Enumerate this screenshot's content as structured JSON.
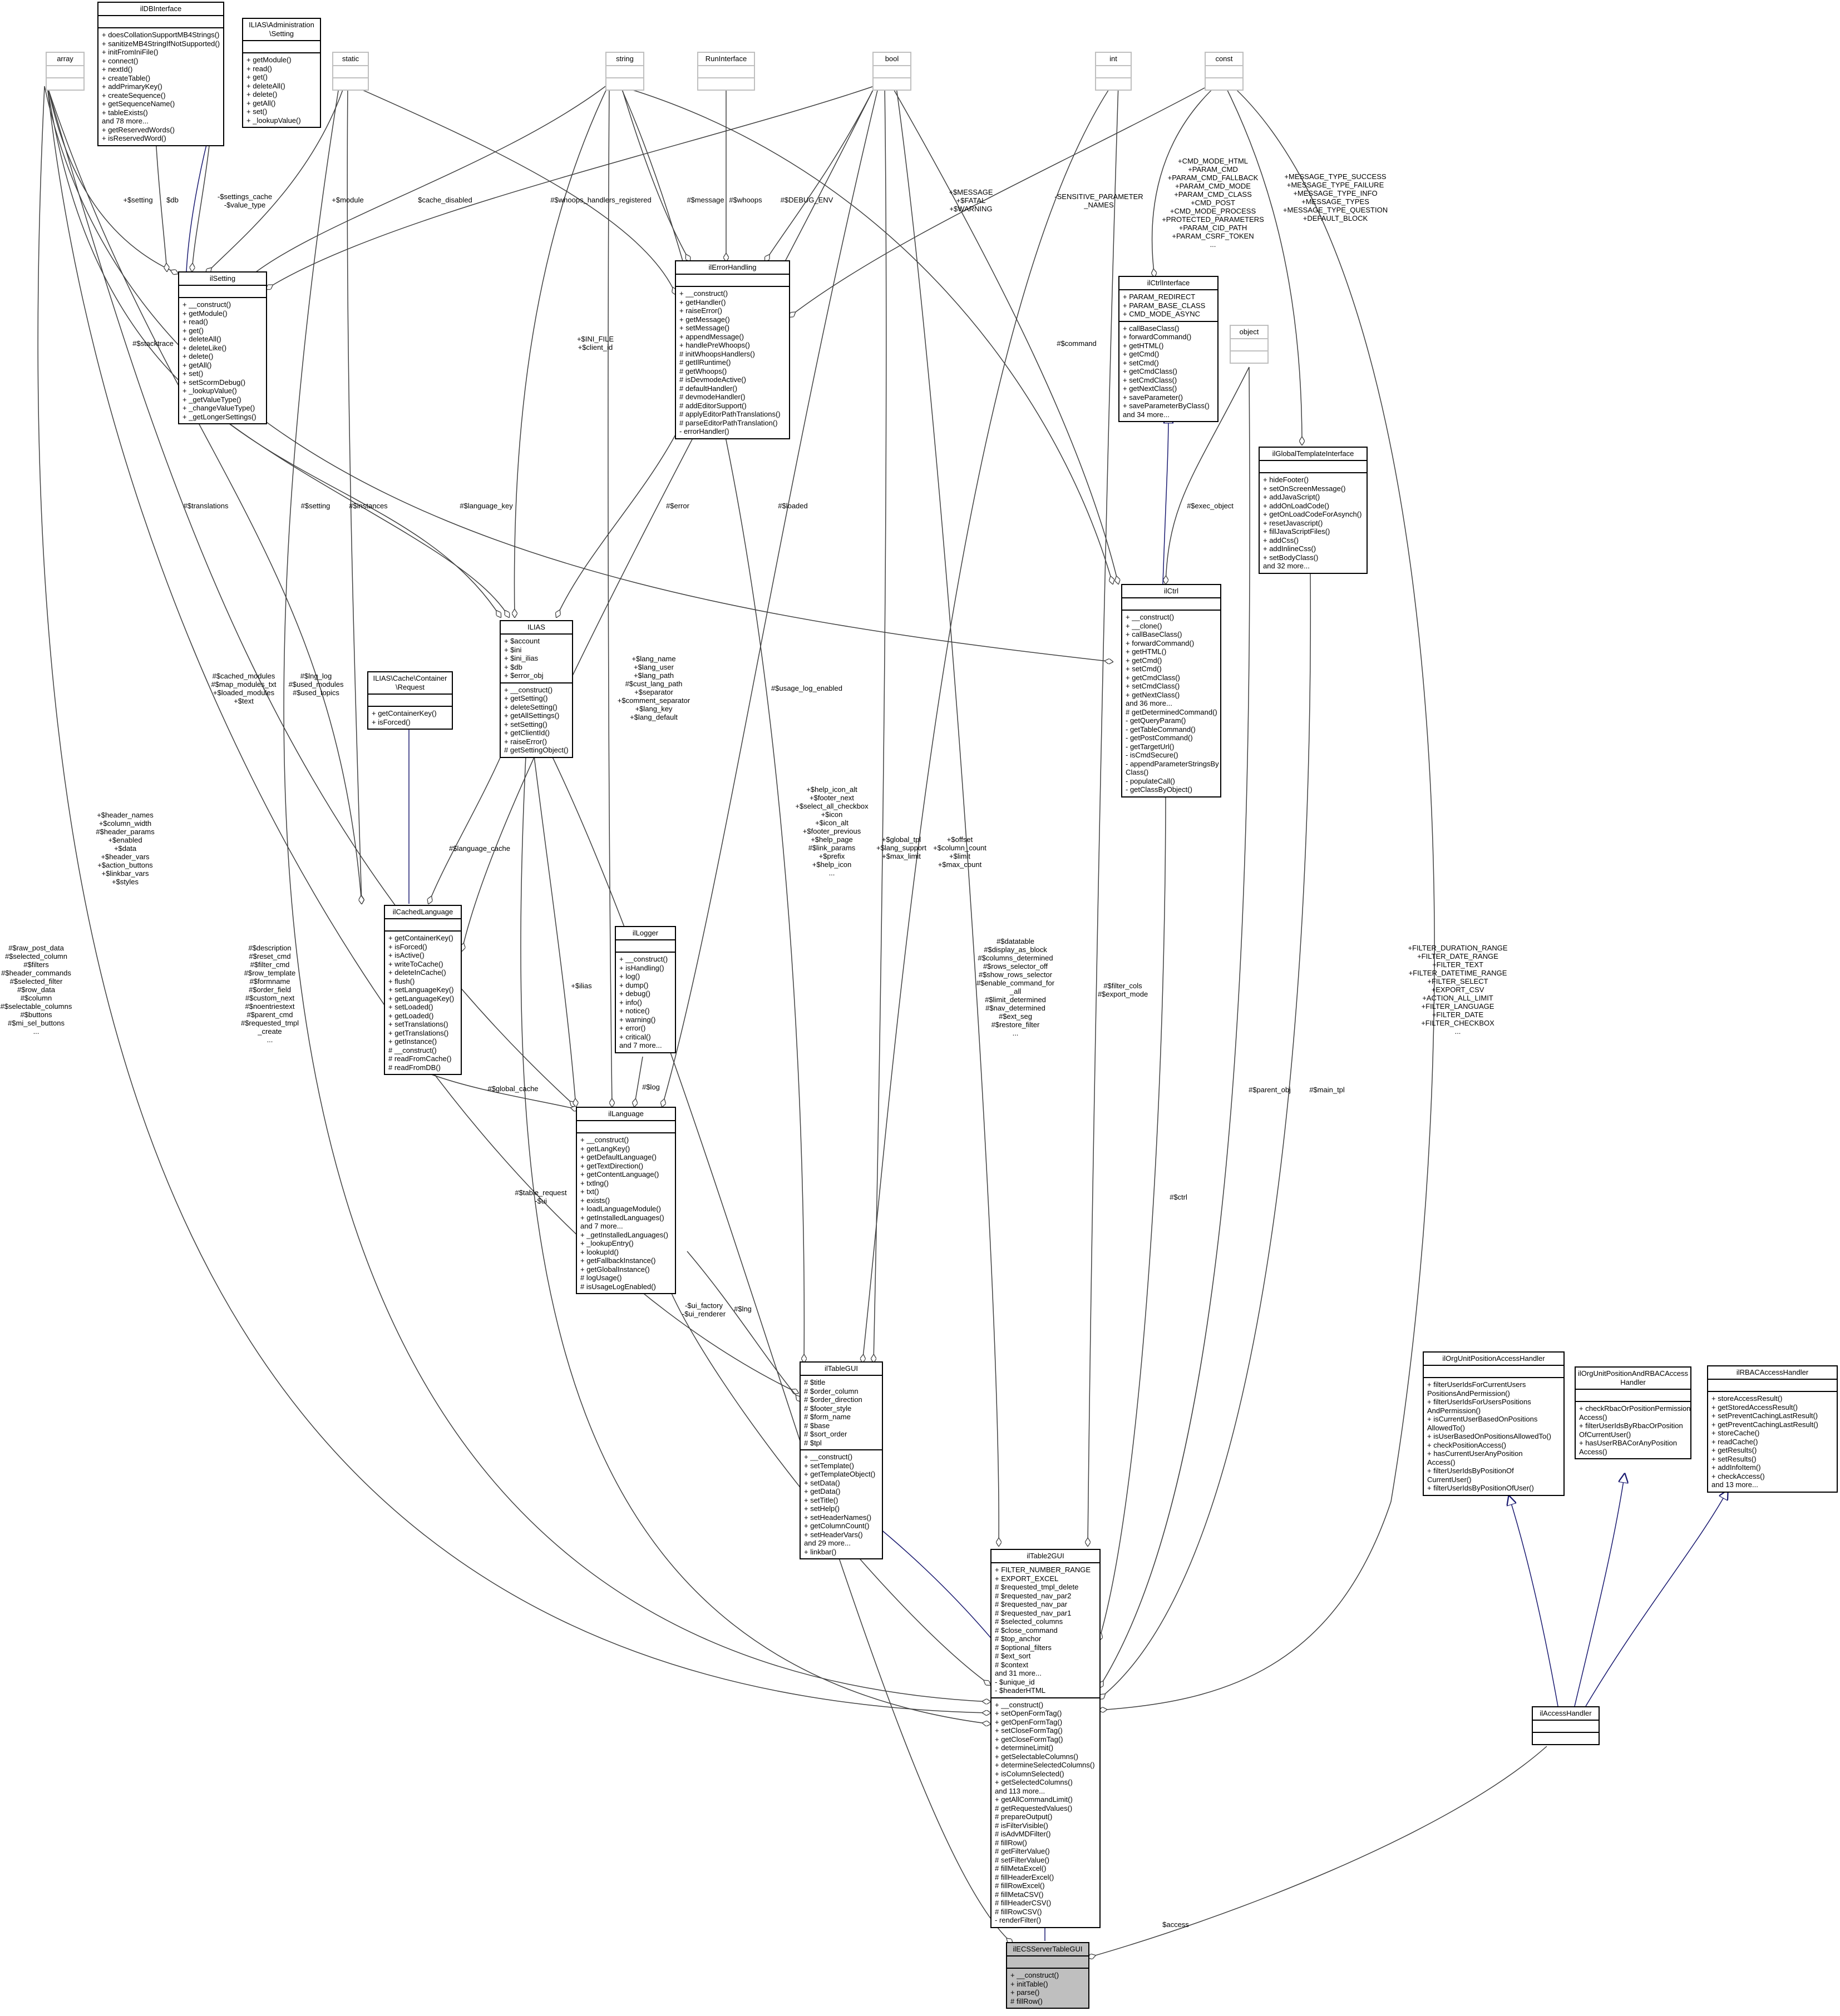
{
  "diagram": {
    "classes": {
      "array": {
        "title": "array",
        "attributes": [],
        "methods": []
      },
      "ildbinterface": {
        "title": "ilDBInterface",
        "attributes": [],
        "methods": [
          "+ doesCollationSupportMB4Strings()",
          "+ sanitizeMB4StringIfNotSupported()",
          "+ initFromIniFile()",
          "+ connect()",
          "+ nextId()",
          "+ createTable()",
          "+ addPrimaryKey()",
          "+ createSequence()",
          "+ getSequenceName()",
          "+ tableExists()",
          "and 78 more...",
          "+ getReservedWords()",
          "+ isReservedWord()"
        ]
      },
      "ilias_admin_setting": {
        "title": "ILIAS\\Administration\n\\Setting",
        "attributes": [],
        "methods": [
          "+ getModule()",
          "+ read()",
          "+ get()",
          "+ deleteAll()",
          "+ delete()",
          "+ getAll()",
          "+ set()",
          "+ _lookupValue()"
        ]
      },
      "static": {
        "title": "static",
        "attributes": [],
        "methods": []
      },
      "string": {
        "title": "string",
        "attributes": [],
        "methods": []
      },
      "runinterface": {
        "title": "RunInterface",
        "attributes": [],
        "methods": []
      },
      "bool": {
        "title": "bool",
        "attributes": [],
        "methods": []
      },
      "int": {
        "title": "int",
        "attributes": [],
        "methods": []
      },
      "const": {
        "title": "const",
        "attributes": [],
        "methods": []
      },
      "object": {
        "title": "object",
        "attributes": [],
        "methods": []
      },
      "ilsetting": {
        "title": "ilSetting",
        "attributes": [],
        "methods": [
          "+ __construct()",
          "+ getModule()",
          "+ read()",
          "+ get()",
          "+ deleteAll()",
          "+ deleteLike()",
          "+ delete()",
          "+ getAll()",
          "+ set()",
          "+ setScormDebug()",
          "+ _lookupValue()",
          "+ _getValueType()",
          "+ _changeValueType()",
          "+ _getLongerSettings()"
        ]
      },
      "ilerrorhandling": {
        "title": "ilErrorHandling",
        "attributes": [],
        "methods": [
          "+ __construct()",
          "+ getHandler()",
          "+ raiseError()",
          "+ getMessage()",
          "+ setMessage()",
          "+ appendMessage()",
          "+ handlePreWhoops()",
          "# initWhoopsHandlers()",
          "# getIlRuntime()",
          "# getWhoops()",
          "# isDevmodeActive()",
          "# defaultHandler()",
          "# devmodeHandler()",
          "# addEditorSupport()",
          "# applyEditorPathTranslations()",
          "# parseEditorPathTranslation()",
          "- errorHandler()"
        ]
      },
      "ilctrlinterface": {
        "title": "ilCtrlInterface",
        "attributes": [
          "+ PARAM_REDIRECT",
          "+ PARAM_BASE_CLASS",
          "+ CMD_MODE_ASYNC"
        ],
        "methods": [
          "+ callBaseClass()",
          "+ forwardCommand()",
          "+ getHTML()",
          "+ getCmd()",
          "+ setCmd()",
          "+ getCmdClass()",
          "+ setCmdClass()",
          "+ getNextClass()",
          "+ saveParameter()",
          "+ saveParameterByClass()",
          "and 34 more..."
        ]
      },
      "ilglobaltemplateinterface": {
        "title": "ilGlobalTemplateInterface",
        "attributes": [],
        "methods": [
          "+ hideFooter()",
          "+ setOnScreenMessage()",
          "+ addJavaScript()",
          "+ addOnLoadCode()",
          "+ getOnLoadCodeForAsynch()",
          "+ resetJavascript()",
          "+ fillJavaScriptFiles()",
          "+ addCss()",
          "+ addInlineCss()",
          "+ setBodyClass()",
          "and 32 more..."
        ]
      },
      "ilias": {
        "title": "ILIAS",
        "attributes": [
          "+ $account",
          "+ $ini",
          "+ $ini_ilias",
          "+ $db",
          "+ $error_obj"
        ],
        "methods": [
          "+ __construct()",
          "+ getSetting()",
          "+ deleteSetting()",
          "+ getAllSettings()",
          "+ setSetting()",
          "+ getClientId()",
          "+ raiseError()",
          "# getSettingObject()"
        ]
      },
      "ilias_cache_request": {
        "title": "ILIAS\\Cache\\Container\n\\Request",
        "attributes": [],
        "methods": [
          "+ getContainerKey()",
          "+ isForced()"
        ]
      },
      "ilctrl": {
        "title": "ilCtrl",
        "attributes": [],
        "methods": [
          "+ __construct()",
          "+ __clone()",
          "+ callBaseClass()",
          "+ forwardCommand()",
          "+ getHTML()",
          "+ getCmd()",
          "+ setCmd()",
          "+ getCmdClass()",
          "+ setCmdClass()",
          "+ getNextClass()",
          "and 36 more...",
          "# getDeterminedCommand()",
          "- getQueryParam()",
          "- getTableCommand()",
          "- getPostCommand()",
          "- getTargetUrl()",
          "- isCmdSecure()",
          "- appendParameterStringsBy",
          "Class()",
          "- populateCall()",
          "- getClassByObject()"
        ]
      },
      "ilcachedlanguage": {
        "title": "ilCachedLanguage",
        "attributes": [],
        "methods": [
          "+ getContainerKey()",
          "+ isForced()",
          "+ isActive()",
          "+ writeToCache()",
          "+ deleteInCache()",
          "+ flush()",
          "+ setLanguageKey()",
          "+ getLanguageKey()",
          "+ setLoaded()",
          "+ getLoaded()",
          "+ setTranslations()",
          "+ getTranslations()",
          "+ getInstance()",
          "# __construct()",
          "# readFromCache()",
          "# readFromDB()"
        ]
      },
      "illogger": {
        "title": "ilLogger",
        "attributes": [],
        "methods": [
          "+ __construct()",
          "+ isHandling()",
          "+ log()",
          "+ dump()",
          "+ debug()",
          "+ info()",
          "+ notice()",
          "+ warning()",
          "+ error()",
          "+ critical()",
          "and 7 more..."
        ]
      },
      "illanguage": {
        "title": "ilLanguage",
        "attributes": [],
        "methods": [
          "+ __construct()",
          "+ getLangKey()",
          "+ getDefaultLanguage()",
          "+ getTextDirection()",
          "+ getContentLanguage()",
          "+ txtlng()",
          "+ txt()",
          "+ exists()",
          "+ loadLanguageModule()",
          "+ getInstalledLanguages()",
          "and 7 more...",
          "+ _getInstalledLanguages()",
          "+ _lookupEntry()",
          "+ lookupId()",
          "+ getFallbackInstance()",
          "+ getGlobalInstance()",
          "# logUsage()",
          "# isUsageLogEnabled()"
        ]
      },
      "iltablegui": {
        "title": "ilTableGUI",
        "attributes": [
          "# $title",
          "# $order_column",
          "# $order_direction",
          "# $footer_style",
          "# $form_name",
          "# $base",
          "# $sort_order",
          "# $tpl"
        ],
        "methods": [
          "+ __construct()",
          "+ setTemplate()",
          "+ getTemplateObject()",
          "+ setData()",
          "+ getData()",
          "+ setTitle()",
          "+ setHelp()",
          "+ setHeaderNames()",
          "+ getColumnCount()",
          "+ setHeaderVars()",
          "and 29 more...",
          "+ linkbar()"
        ]
      },
      "ilorgunitpositionaccesshandler": {
        "title": "ilOrgUnitPositionAccessHandler",
        "attributes": [],
        "methods": [
          "+ filterUserIdsForCurrentUsers",
          "PositionsAndPermission()",
          "+ filterUserIdsForUsersPositions",
          "AndPermission()",
          "+ isCurrentUserBasedOnPositions",
          "AllowedTo()",
          "+ isUserBasedOnPositionsAllowedTo()",
          "+ checkPositionAccess()",
          "+ hasCurrentUserAnyPosition",
          "Access()",
          "+ filterUserIdsByPositionOf",
          "CurrentUser()",
          "+ filterUserIdsByPositionOfUser()"
        ]
      },
      "ilorgunitpositionandrbacaccesshandler": {
        "title": "ilOrgUnitPositionAndRBACAccess\nHandler",
        "attributes": [],
        "methods": [
          "+ checkRbacOrPositionPermission",
          "Access()",
          "+ filterUserIdsByRbacOrPosition",
          "OfCurrentUser()",
          "+ hasUserRBACorAnyPosition",
          "Access()"
        ]
      },
      "ilrbacaccesshandler": {
        "title": "ilRBACAccessHandler",
        "attributes": [],
        "methods": [
          "+ storeAccessResult()",
          "+ getStoredAccessResult()",
          "+ setPreventCachingLastResult()",
          "+ getPreventCachingLastResult()",
          "+ storeCache()",
          "+ readCache()",
          "+ getResults()",
          "+ setResults()",
          "+ addInfoItem()",
          "+ checkAccess()",
          "and 13 more..."
        ]
      },
      "iltable2gui": {
        "title": "ilTable2GUI",
        "attributes": [
          "+ FILTER_NUMBER_RANGE",
          "+ EXPORT_EXCEL",
          "# $requested_tmpl_delete",
          "# $requested_nav_par2",
          "# $requested_nav_par",
          "# $requested_nav_par1",
          "# $selected_columns",
          "# $close_command",
          "# $top_anchor",
          "# $optional_filters",
          "# $ext_sort",
          "# $context",
          "and 31 more...",
          "- $unique_id",
          "- $headerHTML"
        ],
        "methods": [
          "+ __construct()",
          "+ setOpenFormTag()",
          "+ getOpenFormTag()",
          "+ setCloseFormTag()",
          "+ getCloseFormTag()",
          "+ determineLimit()",
          "+ getSelectableColumns()",
          "+ determineSelectedColumns()",
          "+ isColumnSelected()",
          "+ getSelectedColumns()",
          "and 113 more...",
          "+ getAllCommandLimit()",
          "# getRequestedValues()",
          "# prepareOutput()",
          "# isFilterVisible()",
          "# isAdvMDFilter()",
          "# fillRow()",
          "# getFilterValue()",
          "# setFilterValue()",
          "# fillMetaExcel()",
          "# fillHeaderExcel()",
          "# fillRowExcel()",
          "# fillMetaCSV()",
          "# fillHeaderCSV()",
          "# fillRowCSV()",
          "- renderFilter()"
        ]
      },
      "ilaccesshandler": {
        "title": "ilAccessHandler",
        "attributes": [],
        "methods": []
      },
      "ilecsservertablegui": {
        "title": "ilECSServerTableGUI",
        "attributes": [],
        "methods": [
          "+ __construct()",
          "+ initTable()",
          "+ parse()",
          "# fillRow()"
        ]
      }
    },
    "edge_labels": {
      "l1": "+$setting",
      "l2": "$db",
      "l3": "-$settings_cache\n-$value_type",
      "l4": "+$module",
      "l5": "$cache_disabled",
      "l6": "#$whoops_handlers_registered",
      "l7": "#$message",
      "l8": "#$whoops",
      "l9": "#$DEBUG_ENV",
      "l10": "+$MESSAGE\n+$FATAL\n+$WARNING",
      "l11": "-SENSITIVE_PARAMETER\n_NAMES",
      "l12": "+CMD_MODE_HTML\n+PARAM_CMD\n+PARAM_CMD_FALLBACK\n+PARAM_CMD_MODE\n+PARAM_CMD_CLASS\n+CMD_POST\n+CMD_MODE_PROCESS\n+PROTECTED_PARAMETERS\n+PARAM_CID_PATH\n+PARAM_CSRF_TOKEN\n...",
      "l13": "+MESSAGE_TYPE_SUCCESS\n+MESSAGE_TYPE_FAILURE\n+MESSAGE_TYPE_INFO\n+MESSAGE_TYPES\n+MESSAGE_TYPE_QUESTION\n+DEFAULT_BLOCK",
      "l14": "#$stacktrace",
      "l15": "+$INI_FILE\n+$client_id",
      "l16": "#$command",
      "l17": "#$translations",
      "l18": "#$setting",
      "l19": "#$instances",
      "l20": "#$language_key",
      "l21": "#$error",
      "l22": "#$loaded",
      "l23": "#$exec_object",
      "l24": "+$lang_name\n+$lang_user\n+$lang_path\n#$cust_lang_path\n+$separator\n+$comment_separator\n+$lang_key\n+$lang_default",
      "l25": "#$cached_modules\n#$map_modules_txt\n+$loaded_modules\n+$text",
      "l26": "#$lng_log\n#$used_modules\n#$used_topics",
      "l27": "#$usage_log_enabled",
      "l28": "#$language_cache",
      "l29": "+$header_names\n+$column_width\n#$header_params\n+$enabled\n+$data\n+$header_vars\n+$action_buttons\n+$linkbar_vars\n+$styles",
      "l30": "+$help_icon_alt\n+$footer_next\n+$select_all_checkbox\n+$icon\n+$icon_alt\n+$footer_previous\n+$help_page\n#$link_params\n+$prefix\n+$help_icon\n...",
      "l31": "+$global_tpl\n+$lang_support\n+$max_limit",
      "l32": "+$offset\n+$column_count\n+$limit\n+$max_count",
      "l33": "#$raw_post_data\n#$selected_column\n#$filters\n#$header_commands\n#$selected_filter\n#$row_data\n#$column\n#$selectable_columns\n#$buttons\n#$mi_sel_buttons\n...",
      "l34": "#$description\n#$reset_cmd\n#$filter_cmd\n#$row_template\n#$formname\n#$order_field\n#$custom_next\n#$noentriestext\n#$parent_cmd\n#$requested_tmpl\n_create\n...",
      "l35": "+$ilias",
      "l36": "#$log",
      "l37": "#$datatable\n#$display_as_block\n#$columns_determined\n#$rows_selector_off\n#$show_rows_selector\n#$enable_command_for\n_all\n#$limit_determined\n#$nav_determined\n#$ext_seg\n#$restore_filter\n...",
      "l38": "#$filter_cols\n#$export_mode",
      "l39": "+FILTER_DURATION_RANGE\n+FILTER_DATE_RANGE\n+FILTER_TEXT\n+FILTER_DATETIME_RANGE\n+FILTER_SELECT\n+EXPORT_CSV\n+ACTION_ALL_LIMIT\n+FILTER_LANGUAGE\n+FILTER_DATE\n+FILTER_CHECKBOX\n...",
      "l40": "#$parent_obj",
      "l41": "#$main_tpl",
      "l42": "#$global_cache",
      "l43": "#$table_request\n-$ui",
      "l44": "-$ui_factory\n-$ui_renderer",
      "l45": "#$lng",
      "l46": "#$ctrl",
      "l47": "$access"
    }
  }
}
